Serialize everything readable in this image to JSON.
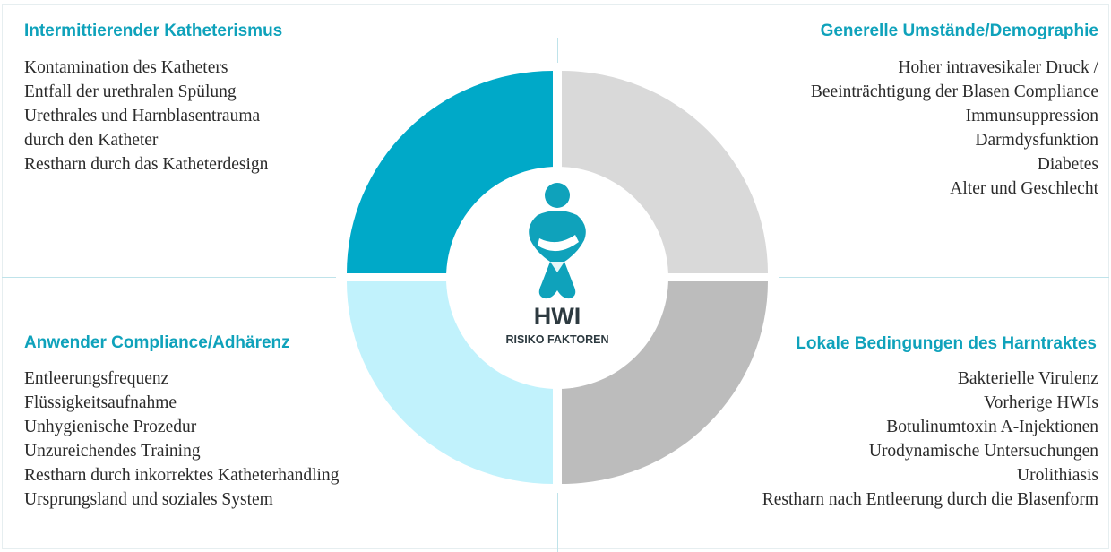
{
  "colors": {
    "teal": "#00a9c8",
    "light_gray": "#d9d9d9",
    "light_cyan": "#c1f2fc",
    "mid_gray": "#bcbcbc",
    "heading": "#0fa2bb",
    "divider": "#bfe3ea"
  },
  "icon": "person-holding-bladder-icon",
  "center": {
    "title": "HWI",
    "subtitle": "RISIKO FAKTOREN"
  },
  "quadrants": {
    "top_left": {
      "heading": "Intermittierender Katheterismus",
      "items": [
        "Kontamination des Katheters",
        "Entfall der urethralen Spülung",
        "Urethrales und Harnblasentrauma",
        "durch den  Katheter",
        "Restharn durch das Katheterdesign"
      ]
    },
    "top_right": {
      "heading": "Generelle Umstände/Demographie",
      "items": [
        "Hoher intravesikaler Druck /",
        "Beeinträchtigung der Blasen Compliance",
        "Immunsuppression",
        "Darmdysfunktion",
        "Diabetes",
        "Alter und Geschlecht"
      ]
    },
    "bottom_left": {
      "heading": "Anwender Compliance/Adhärenz",
      "items": [
        "Entleerungsfrequenz",
        "Flüssigkeitsaufnahme",
        "Unhygienische Prozedur",
        "Unzureichendes Training",
        "Restharn durch inkorrektes Katheterhandling",
        "Ursprungsland und soziales System"
      ]
    },
    "bottom_right": {
      "heading": "Lokale Bedingungen des Harntraktes",
      "items": [
        "Bakterielle Virulenz",
        "Vorherige HWIs",
        "Botulinumtoxin A-Injektionen",
        "Urodynamische Untersuchungen",
        "Urolithiasis",
        "Restharn nach Entleerung durch die Blasenform"
      ]
    }
  }
}
